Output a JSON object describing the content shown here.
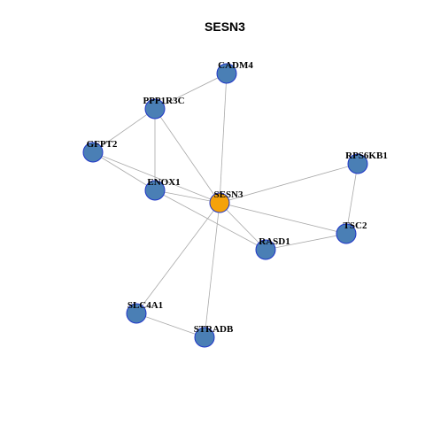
{
  "title": "SESN3",
  "colors": {
    "center_fill": "#F5A20B",
    "node_fill": "#4A7FB5",
    "node_stroke": "#1F35C8",
    "edge": "#A9A9A9"
  },
  "nodes": [
    {
      "id": "SESN3",
      "label": "SESN3",
      "center": true
    },
    {
      "id": "CADM4",
      "label": "CADM4"
    },
    {
      "id": "PPP1R3C",
      "label": "PPP1R3C"
    },
    {
      "id": "GFPT2",
      "label": "GFPT2"
    },
    {
      "id": "ENOX1",
      "label": "ENOX1"
    },
    {
      "id": "RPS6KB1",
      "label": "RPS6KB1"
    },
    {
      "id": "TSC2",
      "label": "TSC2"
    },
    {
      "id": "RASD1",
      "label": "RASD1"
    },
    {
      "id": "SLC4A1",
      "label": "SLC4A1"
    },
    {
      "id": "STRADB",
      "label": "STRADB"
    }
  ],
  "edges": [
    [
      "SESN3",
      "CADM4"
    ],
    [
      "SESN3",
      "PPP1R3C"
    ],
    [
      "SESN3",
      "GFPT2"
    ],
    [
      "SESN3",
      "ENOX1"
    ],
    [
      "SESN3",
      "RPS6KB1"
    ],
    [
      "SESN3",
      "TSC2"
    ],
    [
      "SESN3",
      "RASD1"
    ],
    [
      "SESN3",
      "SLC4A1"
    ],
    [
      "SESN3",
      "STRADB"
    ],
    [
      "CADM4",
      "PPP1R3C"
    ],
    [
      "PPP1R3C",
      "GFPT2"
    ],
    [
      "PPP1R3C",
      "ENOX1"
    ],
    [
      "GFPT2",
      "ENOX1"
    ],
    [
      "ENOX1",
      "RASD1"
    ],
    [
      "RPS6KB1",
      "TSC2"
    ],
    [
      "TSC2",
      "RASD1"
    ],
    [
      "SLC4A1",
      "STRADB"
    ]
  ]
}
